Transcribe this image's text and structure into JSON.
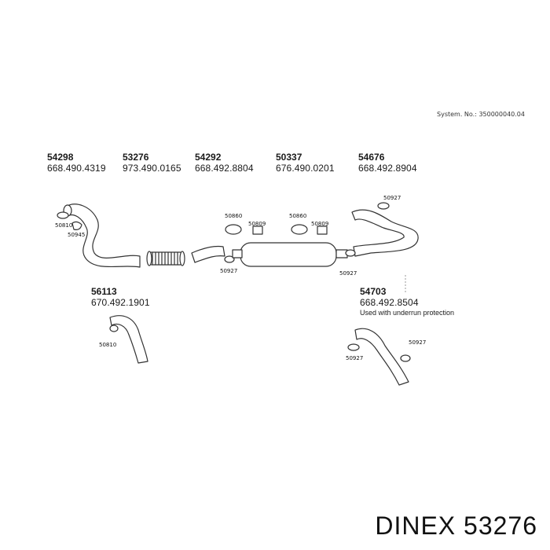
{
  "system_no": "System. No.: 350000040.04",
  "parts_top": [
    {
      "code": "54298",
      "number": "668.490.4319"
    },
    {
      "code": "53276",
      "number": "973.490.0165"
    },
    {
      "code": "54292",
      "number": "668.492.8804"
    },
    {
      "code": "50337",
      "number": "676.490.0201"
    },
    {
      "code": "54676",
      "number": "668.492.8904"
    }
  ],
  "parts_bottom": [
    {
      "code": "56113",
      "number": "670.492.1901",
      "note": ""
    },
    {
      "code": "54703",
      "number": "668.492.8504",
      "note": "Used with underrun protection"
    }
  ],
  "small_labels": {
    "l1": "50810",
    "l2": "50945",
    "l3": "50860",
    "l4": "50809",
    "l5": "50860",
    "l6": "50809",
    "l7": "50927",
    "l8": "50927",
    "l9": "50927",
    "l10": "50810",
    "l11": "50927",
    "l12": "50927"
  },
  "brand": "DINEX 53276"
}
